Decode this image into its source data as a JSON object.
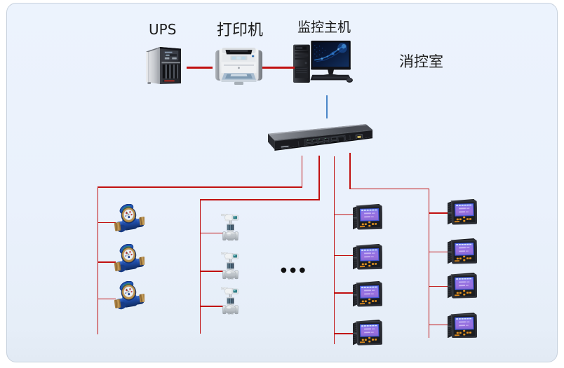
{
  "diagram": {
    "type": "system-topology",
    "room_label": "消控室",
    "labels": {
      "ups": "UPS",
      "printer": "打印机",
      "monitor_host": "监控主机",
      "control_room": "消控室",
      "more_devices": "●●●"
    },
    "top_row_devices": [
      {
        "name": "ups",
        "label": "UPS",
        "icon": "ups-tower-icon"
      },
      {
        "name": "printer",
        "label": "打印机",
        "icon": "printer-icon"
      },
      {
        "name": "monitor-host",
        "label": "监控主机",
        "icon": "desktop-computer-icon"
      }
    ],
    "hub_device": {
      "name": "switch",
      "icon": "rack-switch-icon"
    },
    "branches": [
      {
        "name": "water-meter-branch",
        "device_icon": "water-meter-icon",
        "device_count": 3
      },
      {
        "name": "flow-valve-branch",
        "device_icon": "flow-valve-icon",
        "device_count": 3
      },
      {
        "name": "power-meter-branch-left",
        "device_icon": "power-meter-icon",
        "device_count": 4
      },
      {
        "name": "power-meter-branch-right",
        "device_icon": "power-meter-icon",
        "device_count": 4
      }
    ],
    "colors": {
      "bus_line": "#c11010",
      "uplink_line": "#4a86c8",
      "panel_background_top": "#edf4fd",
      "panel_background_bottom": "#dfe7f2",
      "panel_border": "#c7d1dd",
      "label_text": "#1c1c1c"
    }
  }
}
